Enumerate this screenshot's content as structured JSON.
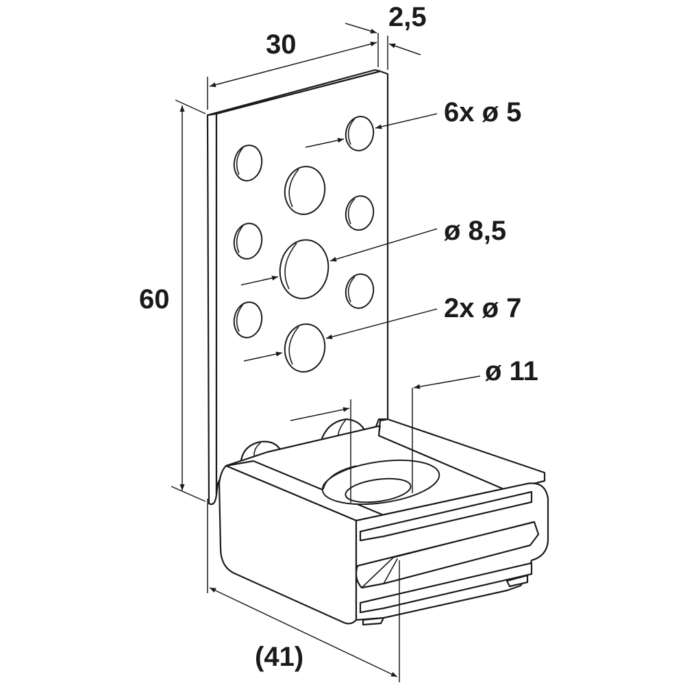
{
  "dimensions": {
    "width": "30",
    "thickness": "2,5",
    "height": "60",
    "depth": "(41)"
  },
  "callouts": {
    "small_holes": "6x ø 5",
    "center_hole": "ø 8,5",
    "medium_holes": "2x ø 7",
    "base_hole": "ø 11"
  },
  "colors": {
    "line": "#1a1a1a",
    "background": "#ffffff"
  }
}
